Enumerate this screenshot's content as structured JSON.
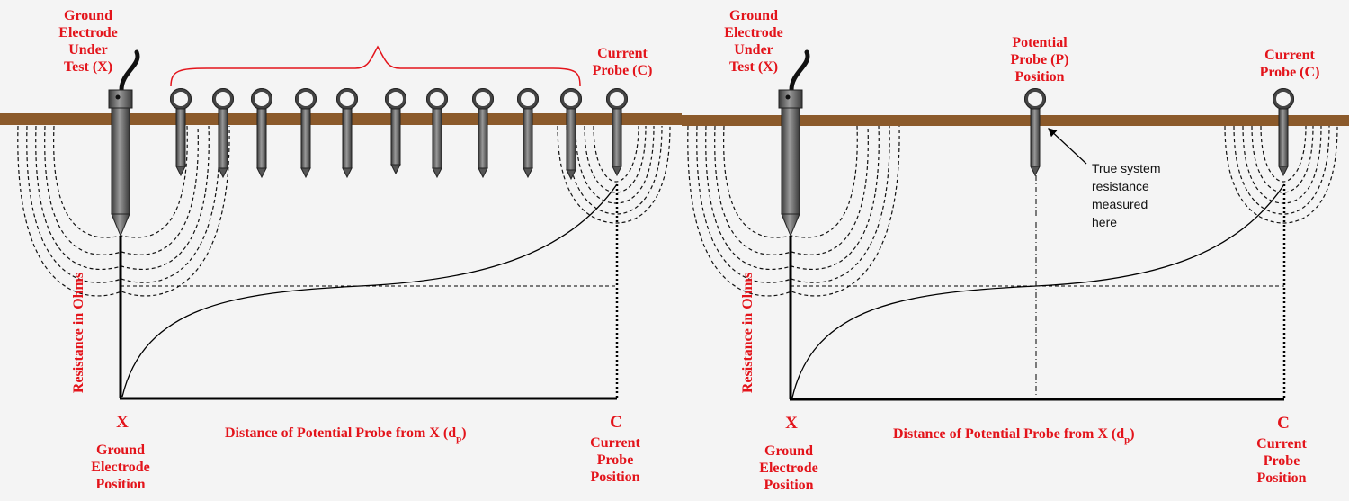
{
  "colors": {
    "label": "#e3141b",
    "ground": "#8b5a2b",
    "probe": "#6e6e6e",
    "curve": "#000000"
  },
  "left": {
    "electrode_label": [
      "Ground",
      "Electrode",
      "Under",
      "Test (X)"
    ],
    "current_probe_label": [
      "Current",
      "Probe (C)"
    ],
    "y_axis_label": "Resistance in Ohms",
    "x_axis_label": "Distance of Potential Probe from X (d",
    "x_axis_label_sub": "p",
    "x_axis_label_end": ")",
    "x_marker": "X",
    "x_marker_caption": [
      "Ground",
      "Electrode",
      "Position"
    ],
    "c_marker": "C",
    "c_marker_caption": [
      "Current",
      "Probe",
      "Position"
    ]
  },
  "right": {
    "electrode_label": [
      "Ground",
      "Electrode",
      "Under",
      "Test (X)"
    ],
    "potential_probe_label": [
      "Potential",
      "Probe (P)",
      "Position"
    ],
    "current_probe_label": [
      "Current",
      "Probe (C)"
    ],
    "annotation": [
      "True system",
      "resistance",
      "measured",
      "here"
    ],
    "y_axis_label": "Resistance in Ohms",
    "x_axis_label": "Distance of Potential Probe from X (d",
    "x_axis_label_sub": "p",
    "x_axis_label_end": ")",
    "x_marker": "X",
    "x_marker_caption": [
      "Ground",
      "Electrode",
      "Position"
    ],
    "c_marker": "C",
    "c_marker_caption": [
      "Current",
      "Probe",
      "Position"
    ]
  }
}
